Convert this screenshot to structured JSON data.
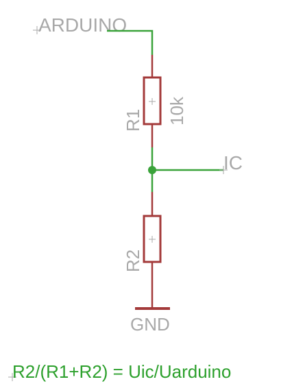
{
  "net_labels": {
    "arduino": "ARDUINO",
    "ic": "IC",
    "gnd": "GND"
  },
  "resistors": [
    {
      "name": "R1",
      "value": "10k"
    },
    {
      "name": "R2",
      "value": ""
    }
  ],
  "formula": "R2/(R1+R2) = Uic/Uarduino",
  "colors": {
    "wire": "#3aa33a",
    "component": "#a33a3a",
    "label": "#a8a8a8",
    "formula": "#2ca02c"
  }
}
